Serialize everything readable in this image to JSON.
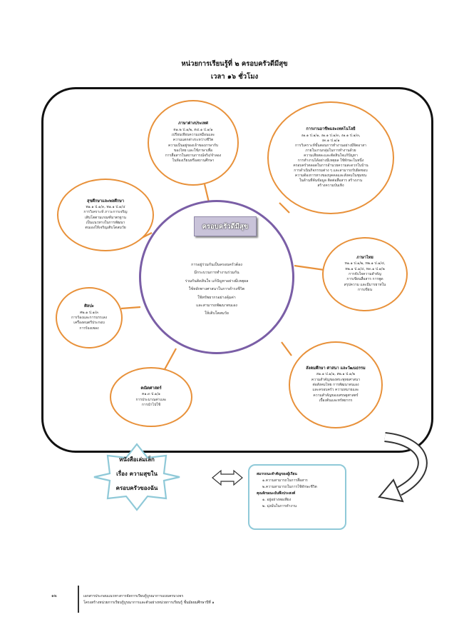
{
  "header": {
    "title": "หน่วยการเรียนรู้ที่ ๒ ครอบครัวดีมีสุข",
    "subtitle": "เวลา ๑๖ ชั่วโมง"
  },
  "center": {
    "title": "ครอบครัวดีมีสุข",
    "lines": [
      "การอยู่ร่วมกันเป็นครอบครัวต้อง",
      "มีกระบวนการทำงานร่วมกัน",
      "ร่วมกันคิดสินใจ แก้ปัญหาอย่างมีเหตุผล",
      "ใช้หลักทางศาสนาในการดำรงชีวิต",
      "ใช้ทรัพยากรอย่างคุ้มค่า",
      "และสามารถพัฒนาตนเอง",
      "ให้เติบโตสมวัย"
    ]
  },
  "subjects": [
    {
      "title": "ภาษาต่างประเทศ",
      "lines": [
        "ต๑.๒ ป.๑/๒, ต๔.๑ ป.๑/๑",
        "เปรียบเทียบความเหมือนและ",
        "ความแตกต่างระหว่างชีวิต",
        "ความเป็นอยู่ของเจ้าของภาษากับ",
        "ของไทย และใช้ภาษาเพื่อ",
        "การสื่อสารในสถานการณ์จริง/จำลอง",
        "ในห้องเรียนหรือสถานศึกษา"
      ]
    },
    {
      "title": "การงานอาชีพและเทคโนโลยี",
      "lines": [
        "ง๑.๑ ป.๑/๑, ง๑.๑ ป.๑/๓, ง๑.๑ ป.๑/๓,",
        "ง๓.๑ ป.๑/๑",
        "การวิเคราะห์ขั้นตอนการทำงานอย่างมีจิตอาสา",
        "ภายในงานกลุ่มในการทำงานด้วย",
        "ความเสียสละและตัดสินใจแก้ปัญหา",
        "การทำงานได้อย่างมีเหตุผล ใช้ทักษะในหนึ่ง",
        "ครอบครัวตลอดในการอำนวยความสะดวกในบ้าน",
        "การดำเนินกิจกรรมต่าง ๆ และสามารถรับผิดชอบ",
        "ความต้องการทางของบุคคลและสังคมในชุมชน",
        "ในด้านที่ค้นข้อมูล ติดต่อสื่อสาร สร้างงาน",
        "สร้างความบันเทิง"
      ]
    },
    {
      "title": "สุขศึกษาและพลศึกษา",
      "lines": [
        "พ๑.๑ ป.๑/๓, พ๑.๑ ป.๑/๔",
        "การวิเคราะห์ ภาวะการเจริญ",
        "เติบโตตามเกณฑ์มาตรฐาน",
        "เป็นแนวทางในการพัฒนา",
        "ตนเองให้เจริญเติบโตสมวัย"
      ]
    },
    {
      "title": "ภาษาไทย",
      "lines": [
        "ท๑.๑ ป.๑/๒, ท๒.๑ ป.๑/๔,",
        "ท๒.๑ ป.๑/๔, ท๓.๑ ป.๑/๒",
        "การจับใจความสำคัญ",
        "การเขียนสื่อสาร การพูด",
        "สรุปความ และมีมารยาทใน",
        "การเขียน"
      ]
    },
    {
      "title": "ศิลปะ",
      "lines": [
        "ศ๒.๑ ป.๑/๓",
        "การร้องและการบรรเลง",
        "เครื่องดนตรีประกอบ",
        "การร้องเพลง"
      ]
    },
    {
      "title": "สังคมศึกษา ศาสนา และวัฒนธรรม",
      "lines": [
        "ส๑.๑ ป.๑/๑, ส๒.๑ ป.๑/๒",
        "ความสำคัญของพระพุทธศาสนา",
        "ต่อสังคมไทย การพัฒนาตนเอง",
        "และครอบครัว ความหมายและ",
        "ความสำคัญของเศรษฐศาสตร์",
        "เบื้องต้นและทรัพยากร"
      ]
    },
    {
      "title": "คณิตศาสตร์",
      "lines": [
        "ค๑.๓ ป.๑/๑",
        "การประมาณค่าและ",
        "การนำไปใช้"
      ]
    }
  ],
  "book": {
    "lines": [
      "หนังสือเล่มเล็ก",
      "เรื่อง ความสุขใน",
      "ครอบครัวของฉัน"
    ]
  },
  "targets": {
    "competency_title": "สมรรถนะสำคัญของผู้เรียน",
    "competencies": [
      "๑.ความสามารถในการสื่อสาร",
      "๒.ความสามารถในการใช้ทักษะชีวิต"
    ],
    "traits_title": "คุณลักษณะอันพึงประสงค์",
    "traits": [
      "๑. อยู่อย่างพอเพียง",
      "๒. มุ่งมั่นในการทำงาน"
    ]
  },
  "footer": {
    "page_number": "๑๒",
    "line1": "เอกสารประกอบแนวทางการจัดการเรียนรู้บูรณาการแบบครบวงจร",
    "line2": "โครงสร้างหน่วยการเรียนรู้บูรณาการและตัวอย่างหน่วยการเรียนรู้ ชั้นมัธยมศึกษาปีที่ ๑"
  },
  "colors": {
    "satellite_border": "#e8913a",
    "center_border": "#7a5ea6",
    "frame": "#111111",
    "book_border": "#8fc9d8",
    "target_border": "#8fc9d8"
  }
}
